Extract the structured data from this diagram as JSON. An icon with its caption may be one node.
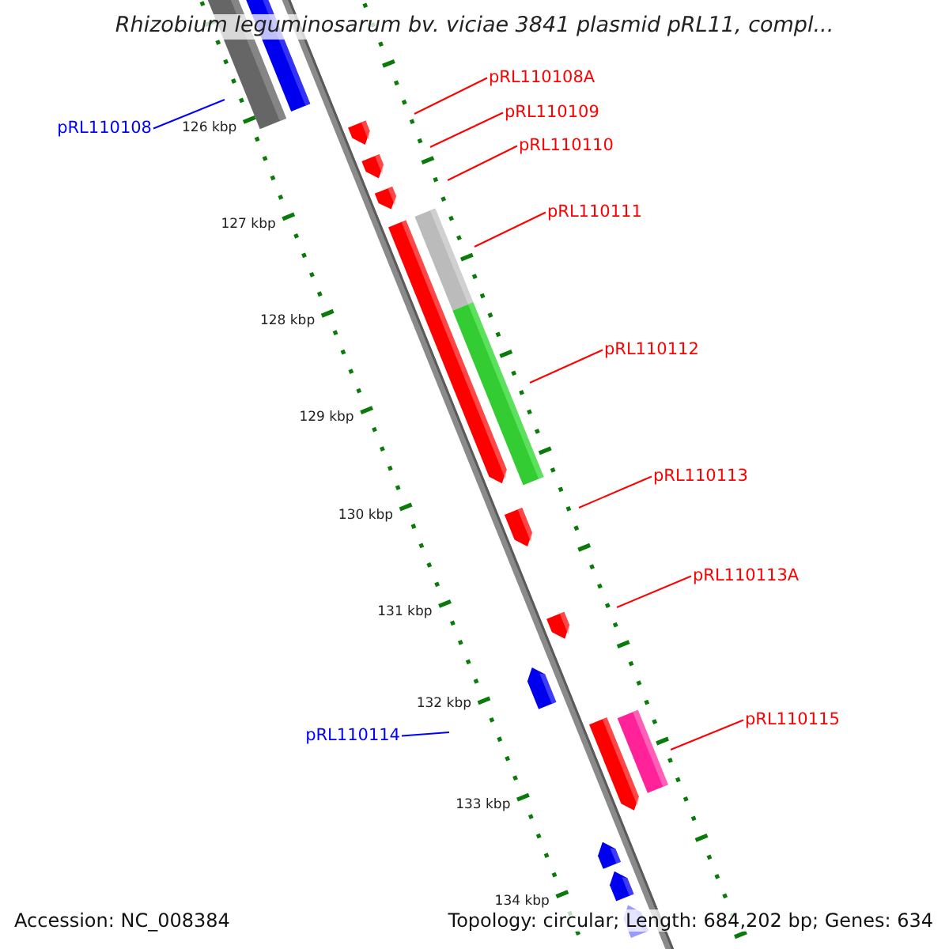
{
  "diagram": {
    "title": "Rhizobium leguminosarum bv. viciae 3841 plasmid pRL11, compl...",
    "nodes": [
      {
        "text": [
          "pRL110108A"
        ]
      },
      {
        "text": [
          "pRL110109"
        ]
      },
      {
        "text": [
          "pRL110110"
        ]
      },
      {
        "text": [
          "pRL110111"
        ]
      },
      {
        "text": [
          "pRL110112"
        ]
      },
      {
        "text": [
          "pRL110113"
        ]
      },
      {
        "text": [
          "pRL110113A"
        ]
      },
      {
        "text": [
          "pRL110115"
        ]
      },
      {
        "text": [
          "pRL110108"
        ]
      },
      {
        "text": [
          "pRL110114"
        ]
      }
    ],
    "edges": [
      {
        "from": 0,
        "to": null,
        "arrow": "none"
      },
      {
        "from": 1,
        "to": null,
        "arrow": "none"
      },
      {
        "from": 2,
        "to": null,
        "arrow": "none"
      },
      {
        "from": 3,
        "to": null,
        "arrow": "none"
      },
      {
        "from": 4,
        "to": null,
        "arrow": "none"
      },
      {
        "from": 5,
        "to": null,
        "arrow": "none"
      },
      {
        "from": 6,
        "to": null,
        "arrow": "none"
      },
      {
        "from": 7,
        "to": null,
        "arrow": "none"
      },
      {
        "from": 8,
        "to": null,
        "arrow": "none",
        "color": "#0000ff"
      },
      {
        "from": 9,
        "to": null,
        "arrow": "none",
        "color": "#0000ff"
      }
    ],
    "labels": [
      "126 kbp",
      "127 kbp",
      "128 kbp",
      "129 kbp",
      "130 kbp",
      "131 kbp",
      "132 kbp",
      "133 kbp",
      "134 kbp",
      "Accession: NC_008384",
      "Topology: circular; Length: 684,202 bp; Genes: 634"
    ]
  }
}
